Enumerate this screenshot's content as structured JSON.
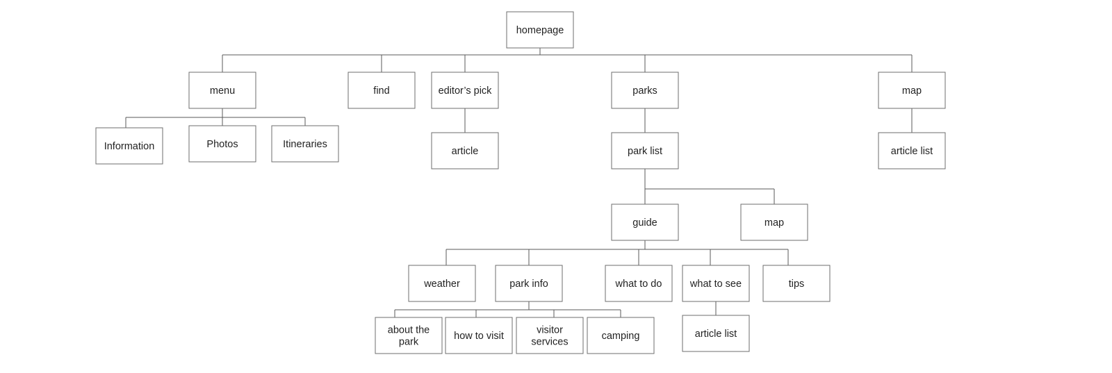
{
  "diagram": {
    "type": "sitemap-tree",
    "colors": {
      "line": "#5a5a5a",
      "box_border": "#6e6e6e",
      "box_fill": "#ffffff",
      "text": "#222222",
      "background": "#ffffff"
    },
    "nodes": [
      {
        "id": "homepage",
        "lines": [
          "homepage"
        ],
        "parent": null
      },
      {
        "id": "menu",
        "lines": [
          "menu"
        ],
        "parent": "homepage"
      },
      {
        "id": "find",
        "lines": [
          "find"
        ],
        "parent": "homepage"
      },
      {
        "id": "editors-pick",
        "lines": [
          "editor’s pick"
        ],
        "parent": "homepage"
      },
      {
        "id": "parks",
        "lines": [
          "parks"
        ],
        "parent": "homepage"
      },
      {
        "id": "map-top",
        "lines": [
          "map"
        ],
        "parent": "homepage"
      },
      {
        "id": "information",
        "lines": [
          "Information"
        ],
        "parent": "menu"
      },
      {
        "id": "photos",
        "lines": [
          "Photos"
        ],
        "parent": "menu"
      },
      {
        "id": "itineraries",
        "lines": [
          "Itineraries"
        ],
        "parent": "menu"
      },
      {
        "id": "article",
        "lines": [
          "article"
        ],
        "parent": "editors-pick"
      },
      {
        "id": "park-list",
        "lines": [
          "park list"
        ],
        "parent": "parks"
      },
      {
        "id": "article-list-map",
        "lines": [
          "article list"
        ],
        "parent": "map-top"
      },
      {
        "id": "guide",
        "lines": [
          "guide"
        ],
        "parent": "park-list"
      },
      {
        "id": "map-park",
        "lines": [
          "map"
        ],
        "parent": "park-list"
      },
      {
        "id": "weather",
        "lines": [
          "weather"
        ],
        "parent": "guide"
      },
      {
        "id": "park-info",
        "lines": [
          "park info"
        ],
        "parent": "guide"
      },
      {
        "id": "what-to-do",
        "lines": [
          "what to do"
        ],
        "parent": "guide"
      },
      {
        "id": "what-to-see",
        "lines": [
          "what to see"
        ],
        "parent": "guide"
      },
      {
        "id": "tips",
        "lines": [
          "tips"
        ],
        "parent": "guide"
      },
      {
        "id": "about-the-park",
        "lines": [
          "about the",
          "park"
        ],
        "parent": "park-info"
      },
      {
        "id": "how-to-visit",
        "lines": [
          "how to visit"
        ],
        "parent": "park-info"
      },
      {
        "id": "visitor-services",
        "lines": [
          "visitor",
          "services"
        ],
        "parent": "park-info"
      },
      {
        "id": "camping",
        "lines": [
          "camping"
        ],
        "parent": "park-info"
      },
      {
        "id": "article-list-see",
        "lines": [
          "article list"
        ],
        "parent": "what-to-see"
      }
    ]
  }
}
